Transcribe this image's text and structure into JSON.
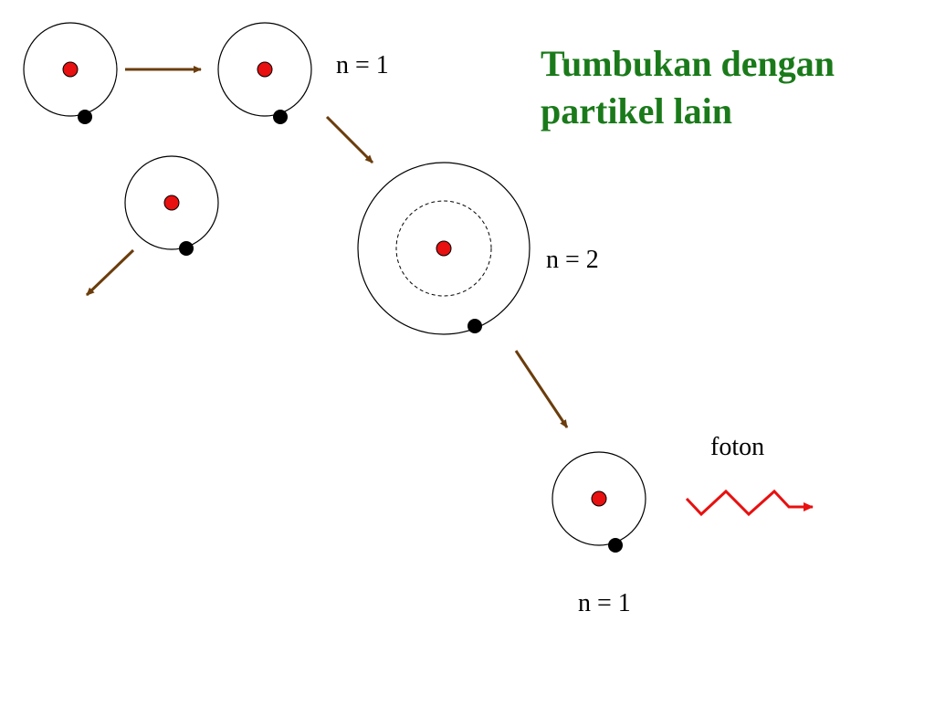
{
  "title": {
    "line1": "Tumbukan dengan",
    "line2": "partikel lain"
  },
  "labels": {
    "n1_top": "n = 1",
    "n2": "n = 2",
    "n1_bottom": "n = 1",
    "photon": "foton"
  },
  "colors": {
    "title": "#1a7a1a",
    "nucleus": "#e81010",
    "electron": "#000000",
    "orbit": "#000000",
    "arrow": "#6b3d0c",
    "photon": "#e81010"
  }
}
